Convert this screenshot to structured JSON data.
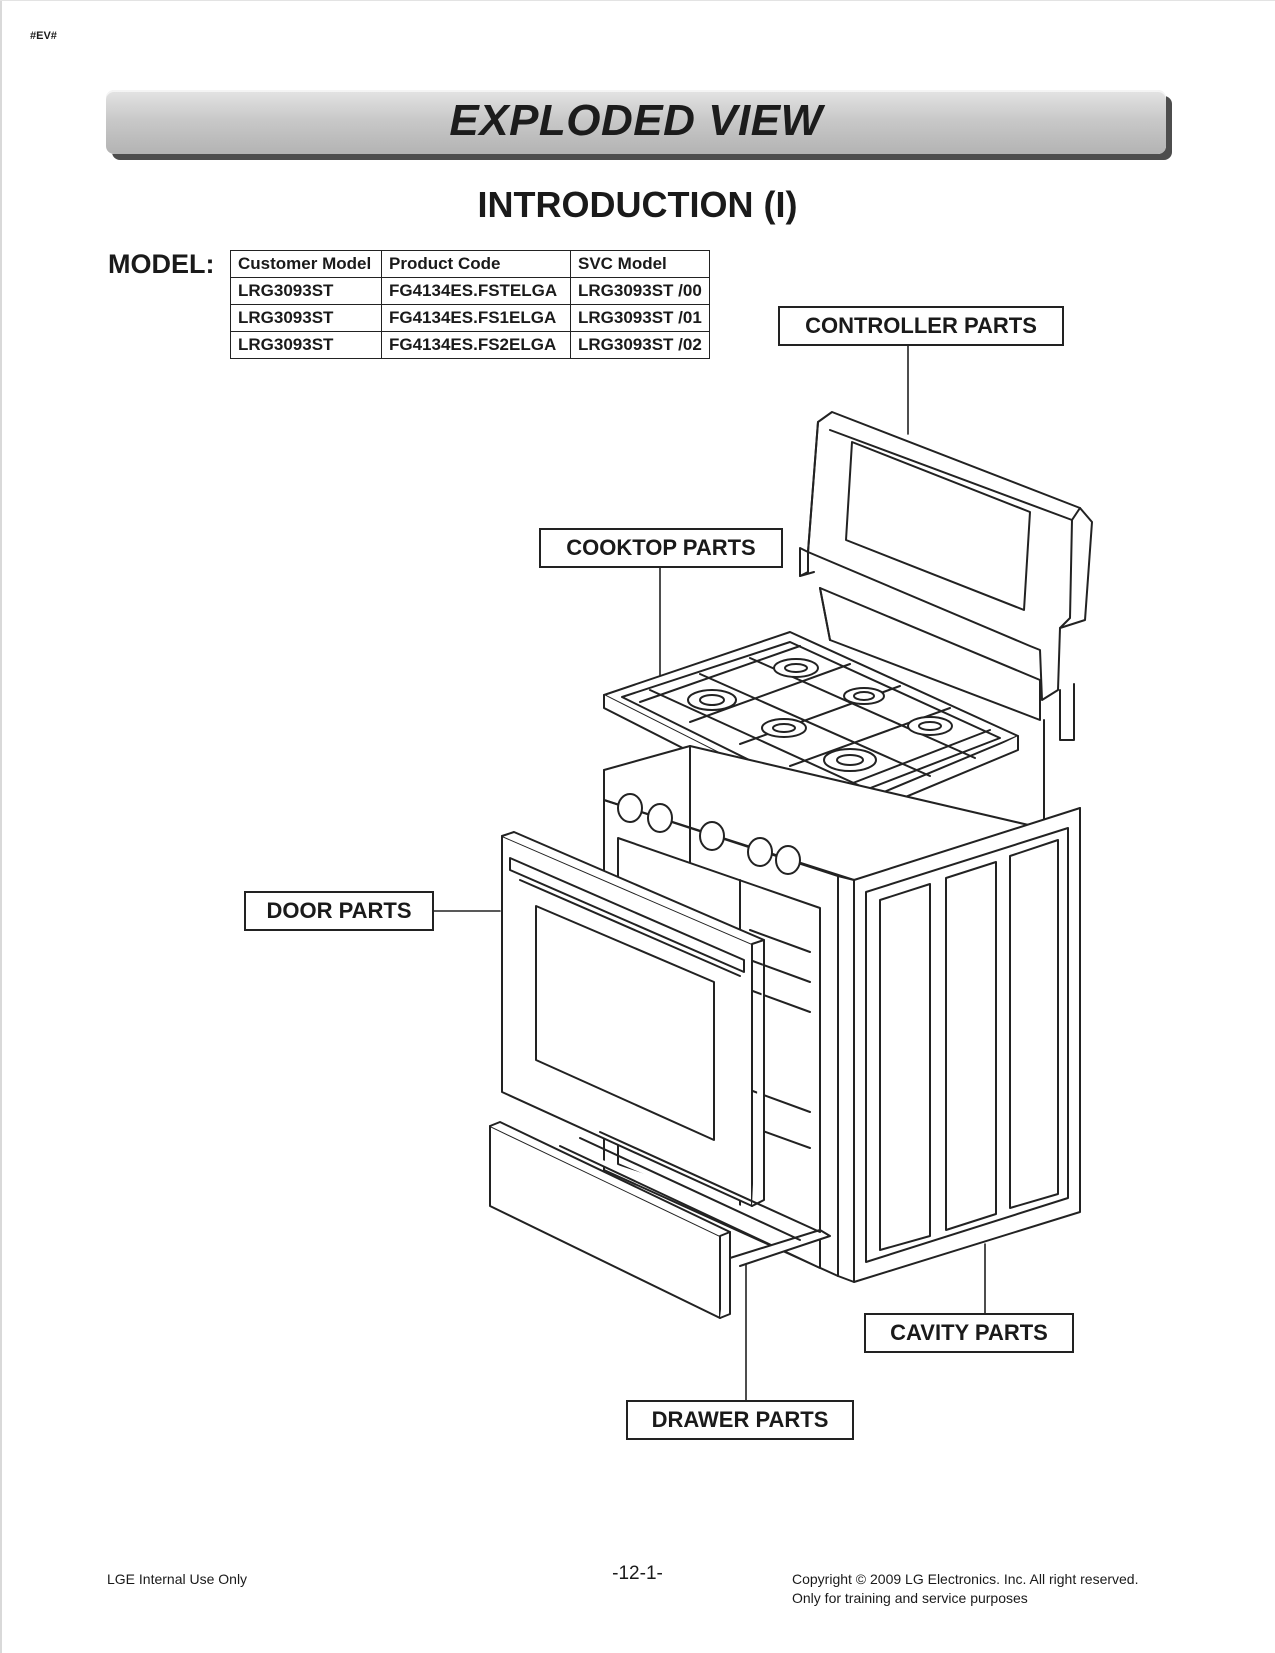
{
  "header": {
    "page_marker": "#EV#",
    "banner_title": "EXPLODED VIEW",
    "section_title": "INTRODUCTION (I)"
  },
  "model": {
    "label": "MODEL:",
    "columns": [
      "Customer Model",
      "Product Code",
      "SVC Model"
    ],
    "rows": [
      [
        "LRG3093ST",
        "FG4134ES.FSTELGA",
        "LRG3093ST /00"
      ],
      [
        "LRG3093ST",
        "FG4134ES.FS1ELGA",
        "LRG3093ST /01"
      ],
      [
        "LRG3093ST",
        "FG4134ES.FS2ELGA",
        "LRG3093ST /02"
      ]
    ]
  },
  "callouts": {
    "controller": "CONTROLLER PARTS",
    "cooktop": "COOKTOP PARTS",
    "door": "DOOR PARTS",
    "cavity": "CAVITY PARTS",
    "drawer": "DRAWER PARTS"
  },
  "footer": {
    "left": "LGE Internal Use Only",
    "page_number": "-12-1-",
    "copyright": "Copyright © 2009 LG Electronics. Inc. All right reserved.",
    "notice": "Only for training and service purposes"
  }
}
